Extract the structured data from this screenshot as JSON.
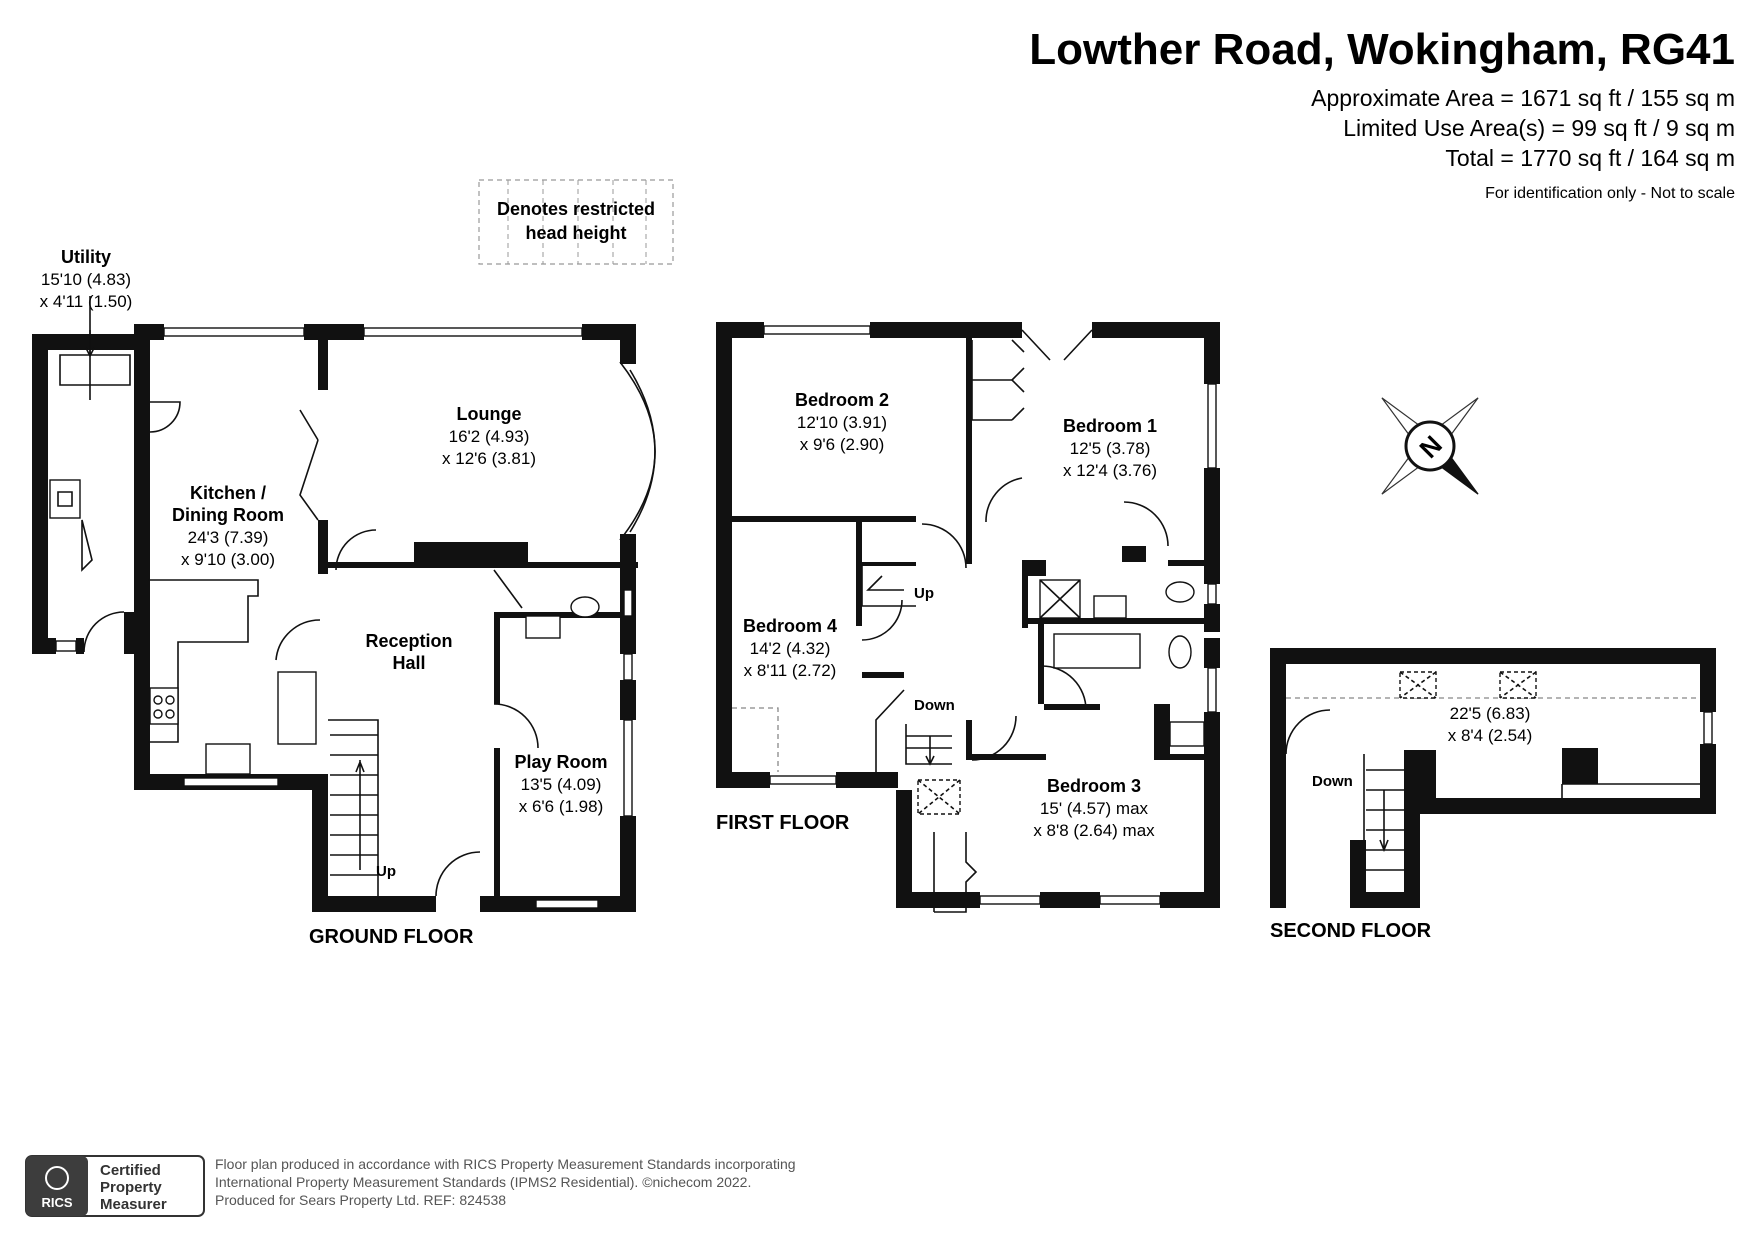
{
  "header": {
    "title": "Lowther Road, Wokingham, RG41",
    "area_lines": [
      "Approximate Area = 1671 sq ft / 155 sq m",
      "Limited Use Area(s) = 99 sq ft / 9 sq m",
      "Total = 1770 sq ft / 164 sq m"
    ],
    "disclaimer": "For identification only - Not to scale"
  },
  "legend": {
    "line1": "Denotes restricted",
    "line2": "head height"
  },
  "floors": {
    "ground": "GROUND FLOOR",
    "first": "FIRST FLOOR",
    "second": "SECOND FLOOR"
  },
  "rooms": {
    "utility": {
      "name": "Utility",
      "dim1": "15'10 (4.83)",
      "dim2": "x 4'11 (1.50)"
    },
    "lounge": {
      "name": "Lounge",
      "dim1": "16'2 (4.93)",
      "dim2": "x 12'6 (3.81)"
    },
    "kitchen": {
      "name1": "Kitchen /",
      "name2": "Dining Room",
      "dim1": "24'3 (7.39)",
      "dim2": "x 9'10 (3.00)"
    },
    "reception": {
      "name1": "Reception",
      "name2": "Hall"
    },
    "playroom": {
      "name": "Play Room",
      "dim1": "13'5 (4.09)",
      "dim2": "x 6'6 (1.98)"
    },
    "bedroom1": {
      "name": "Bedroom 1",
      "dim1": "12'5 (3.78)",
      "dim2": "x 12'4 (3.76)"
    },
    "bedroom2": {
      "name": "Bedroom 2",
      "dim1": "12'10 (3.91)",
      "dim2": "x 9'6 (2.90)"
    },
    "bedroom3": {
      "name": "Bedroom 3",
      "dim1": "15' (4.57) max",
      "dim2": "x 8'8 (2.64) max"
    },
    "bedroom4": {
      "name": "Bedroom 4",
      "dim1": "14'2 (4.32)",
      "dim2": "x 8'11 (2.72)"
    },
    "loft": {
      "dim1": "22'5 (6.83)",
      "dim2": "x 8'4 (2.54)"
    }
  },
  "stairs": {
    "up": "Up",
    "down": "Down"
  },
  "compass": {
    "letter": "N"
  },
  "footer": {
    "badge_abbr": "RICS",
    "badge_lines": [
      "Certified",
      "Property",
      "Measurer"
    ],
    "lines": [
      "Floor plan produced in accordance with RICS Property Measurement Standards incorporating",
      "International Property Measurement Standards (IPMS2 Residential).   ©nichecom 2022.",
      "Produced for Sears Property Ltd.   REF: 824538"
    ]
  }
}
